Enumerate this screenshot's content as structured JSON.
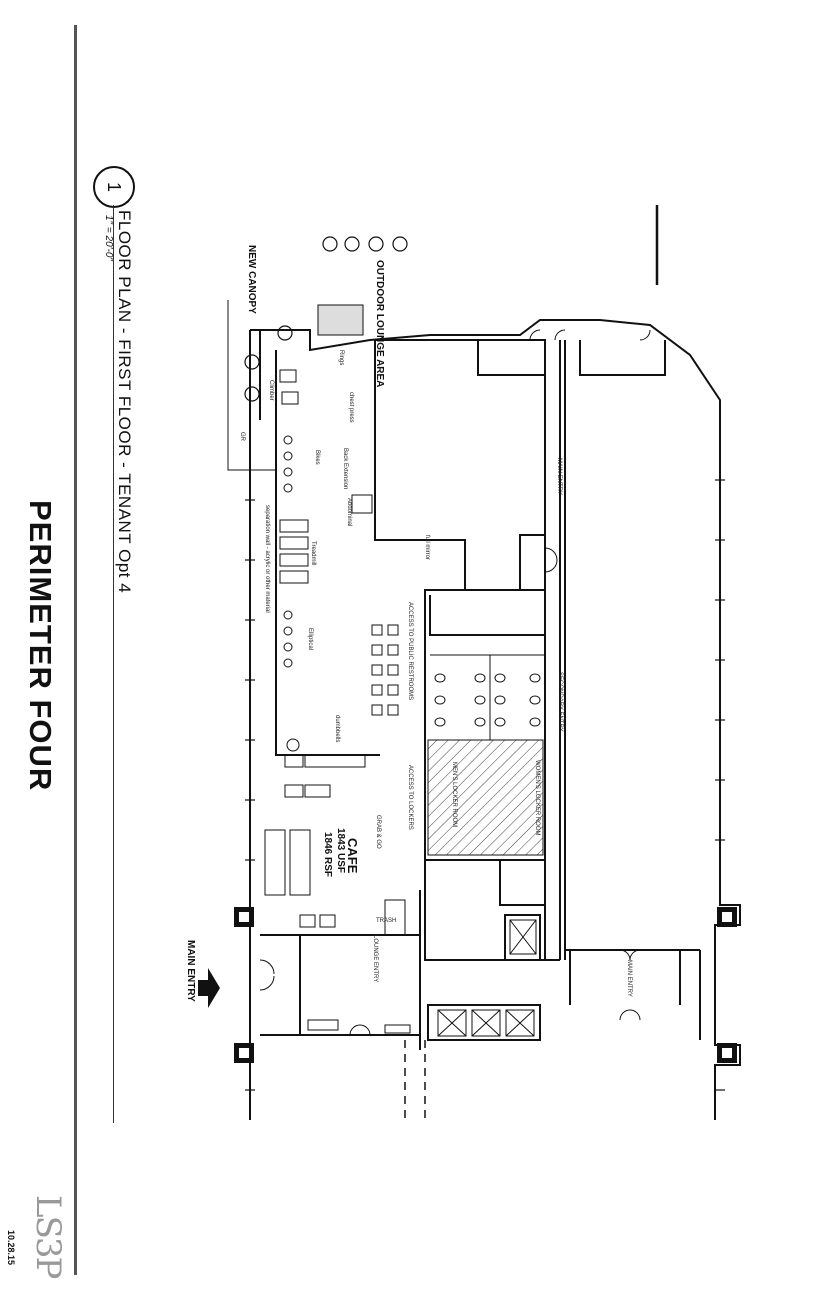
{
  "sheet": {
    "title": "PERIMETER FOUR",
    "subtitle": "FLOOR PLAN - FIRST FLOOR - TENANT Opt 4",
    "scale": "1\" = 20'-0\"",
    "detail_number": "1",
    "logo": "LS3P",
    "date": "10.28.15"
  },
  "labels": {
    "outdoor_lounge": "OUTDOOR LOUNGE AREA",
    "new_canopy": "NEW CANOPY",
    "main_entry_left": "MAIN ENTRY",
    "main_entry_top": "MAIN ENTRY",
    "main_entry_bottom": "MAIN ENTRY",
    "secondary_entry": "SECONDARY ENTRY",
    "cafe": "CAFE",
    "cafe_usf": "1843 USF",
    "cafe_rsf": "1846 RSF",
    "grab_go": "GRAB & GO",
    "trash": "TRASH",
    "lounge_entry": "LOUNGE ENTRY",
    "access_restrooms": "ACCESS TO PUBLIC RESTROOMS",
    "access_lockers": "ACCESS TO LOCKERS",
    "mens_locker": "MEN'S LOCKER ROOM",
    "womens_locker": "WOMEN'S LOCKER ROOM",
    "treadmill": "Treadmill",
    "elliptical": "Elliptical",
    "bikes": "Bikes",
    "back_extension": "Back Extension",
    "abdominal": "Abdominal",
    "dumbbells": "dumbbells",
    "full_mirror": "full mirror",
    "separation_wall": "separation wall - acrylic or other material",
    "rings": "Rings",
    "climber": "Climber",
    "chest_press": "chest press",
    "gr": "GR"
  }
}
